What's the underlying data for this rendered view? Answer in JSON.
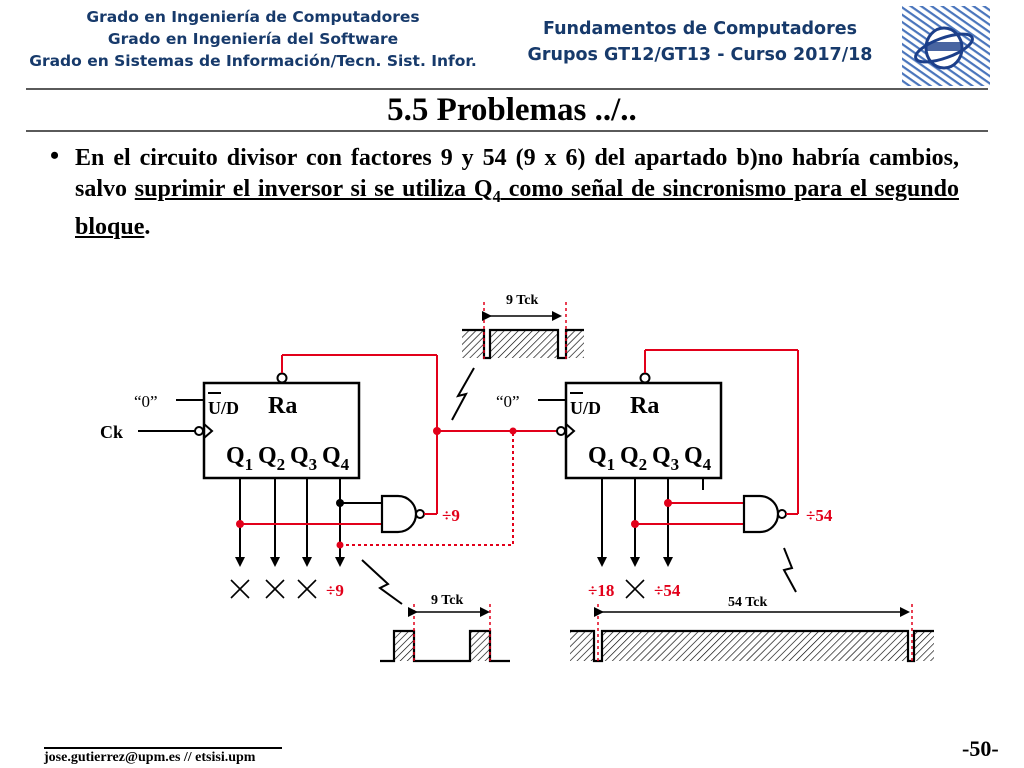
{
  "header": {
    "left_lines": [
      "Grado en Ingeniería de Computadores",
      "Grado en Ingeniería del Software",
      "Grado en Sistemas de Información/Tecn. Sist. Infor."
    ],
    "right_lines": [
      "Fundamentos de Computadores",
      "Grupos GT12/GT13 - Curso 2017/18"
    ]
  },
  "title": "5.5 Problemas ../..",
  "paragraph": {
    "bullet": "•",
    "part1": "En el circuito divisor con factores 9 y 54 (9 x 6) del apartado b)",
    "part2": "no habría cambios, salvo ",
    "underlined1": "suprimir el inversor si se utiliza Q",
    "sub": "4",
    "underlined2": " como señal de sincronismo para el segundo bloque",
    "end": "."
  },
  "circuit": {
    "counter1": {
      "zero": "“0”",
      "ud_u": "U",
      "ud_rest": "/D",
      "ra": "Ra",
      "q": [
        "1",
        "2",
        "3",
        "4"
      ],
      "q_letter": "Q"
    },
    "counter2": {
      "zero": "“0”",
      "ud_u": "U",
      "ud_rest": "/D",
      "ra": "Ra",
      "q": [
        "1",
        "2",
        "3",
        "4"
      ],
      "q_letter": "Q"
    },
    "clock_label": "Ck",
    "div9_gate": "÷9",
    "div9_out": "÷9",
    "div18": "÷18",
    "div54_out": "÷54",
    "div54_gate": "÷54",
    "top_wave_label": "9 Tck",
    "bottom_left_wave_label": "9 Tck",
    "bottom_right_wave_label": "54 Tck"
  },
  "footer": {
    "email": "jose.gutierrez@upm.es // etsisi.upm",
    "page": "-50-"
  },
  "colors": {
    "header_text": "#173a6b",
    "wire_red": "#e2001a",
    "logo_blue": "#2a5db0"
  }
}
